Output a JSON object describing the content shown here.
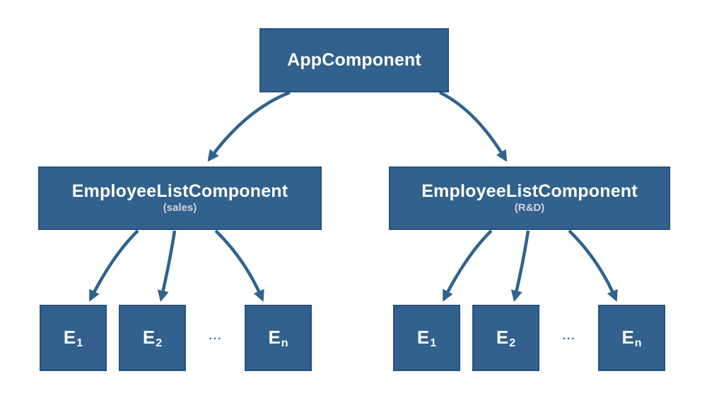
{
  "diagram": {
    "root": {
      "title": "AppComponent"
    },
    "left_branch": {
      "title": "EmployeeListComponent",
      "subtitle": "(sales)",
      "ellipsis": "...",
      "leaves": [
        {
          "base": "E",
          "sub": "1"
        },
        {
          "base": "E",
          "sub": "2"
        },
        {
          "base": "E",
          "sub": "n"
        }
      ]
    },
    "right_branch": {
      "title": "EmployeeListComponent",
      "subtitle": "(R&D)",
      "ellipsis": "...",
      "leaves": [
        {
          "base": "E",
          "sub": "1"
        },
        {
          "base": "E",
          "sub": "2"
        },
        {
          "base": "E",
          "sub": "n"
        }
      ]
    }
  },
  "colors": {
    "box_fill": "#31618C",
    "box_border": "#27517B",
    "arrow": "#2F6390",
    "title_text": "#FFFFFF",
    "subtitle_text": "#CDD5DD",
    "ellipsis_text": "#2B5A86",
    "background": "#FFFFFF"
  }
}
